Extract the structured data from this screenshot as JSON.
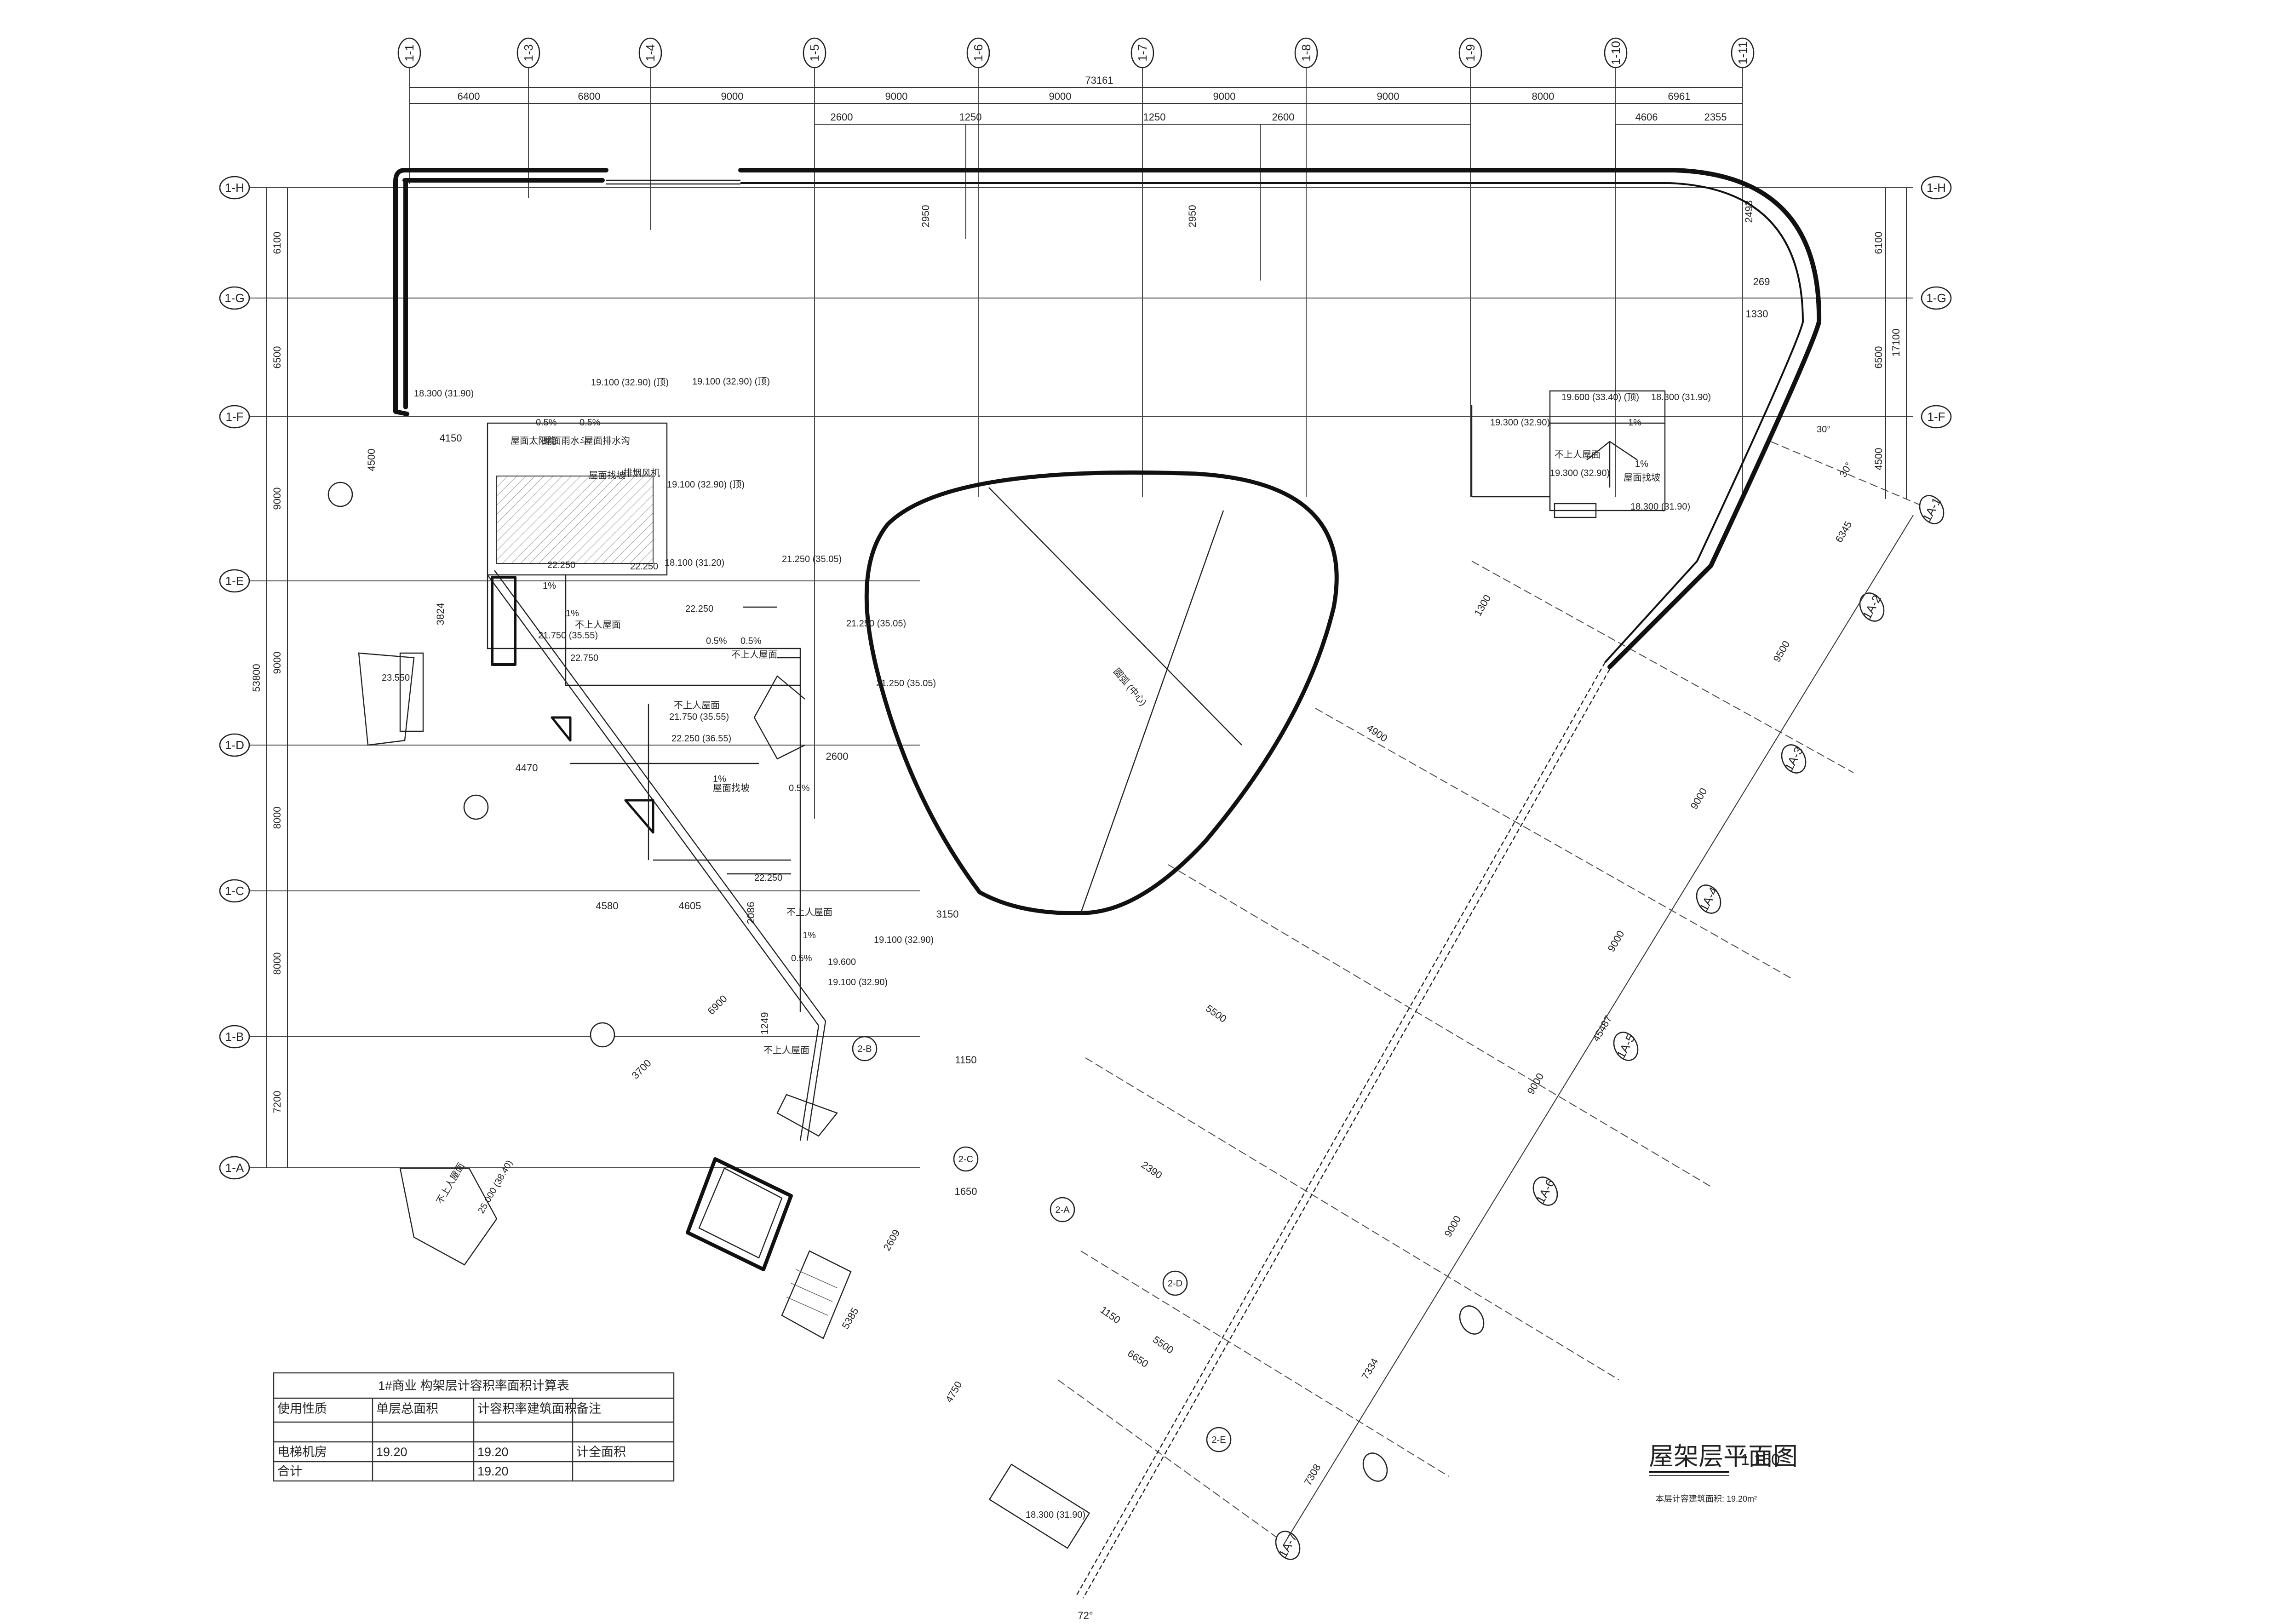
{
  "plan": {
    "total_width_dim": "73161",
    "total_depth_dim": "53800",
    "depth_dim_2": "17100",
    "top_axes": [
      "1-1",
      "1-3",
      "1-4",
      "1-5",
      "1-6",
      "1-7",
      "1-8",
      "1-9",
      "1-10",
      "1-11"
    ],
    "top_spans": [
      "6400",
      "6800",
      "9000",
      "9000",
      "9000",
      "9000",
      "9000",
      "8000",
      "6961"
    ],
    "left_axes": [
      "1-H",
      "1-G",
      "1-F",
      "1-E",
      "1-D",
      "1-C",
      "1-B",
      "1-A"
    ],
    "left_spans": [
      "6100",
      "6500",
      "9000",
      "9000",
      "8000",
      "8000",
      "7200"
    ],
    "right_axes": [
      "1-H",
      "1-G",
      "1-F"
    ],
    "right_spans": [
      "6100",
      "6500",
      "4500"
    ],
    "diag_axes_right": [
      "1A-1",
      "1A-2",
      "1A-3",
      "1A-4",
      "1A-5",
      "1A-6",
      "1A-7"
    ],
    "diag_spans_right": [
      "6345",
      "9500",
      "9000",
      "9000",
      "9000",
      "9000",
      "7334",
      "7308"
    ],
    "diag_axes_low": [
      "2-A",
      "2-B",
      "2-C",
      "2-D",
      "2-E"
    ],
    "misc_dims": [
      "2600",
      "1250",
      "2950",
      "2493",
      "1330",
      "269",
      "4606",
      "2355",
      "4150",
      "4500",
      "3824",
      "4470",
      "4580",
      "4605",
      "2086",
      "3150",
      "2600",
      "1150",
      "1650",
      "6900",
      "3700",
      "1249",
      "4900",
      "5500",
      "2390",
      "6650",
      "1150",
      "5500",
      "4750",
      "2609",
      "5385",
      "1300",
      "45487",
      "30°",
      "72°"
    ],
    "misc_labels": [
      "圆弧 (中心)"
    ],
    "level_notes": [
      "18.300 (31.90)",
      "19.100 (32.90) (顶)",
      "19.100 (32.90) (顶)",
      "19.100 (32.90) (顶)",
      "22.250",
      "22.250",
      "22.250",
      "21.250 (35.05)",
      "21.750 (35.55)",
      "21.750 (35.55)",
      "22.250 (36.55)",
      "21.250 (35.05)",
      "21.250 (35.05)",
      "22.250",
      "22.750",
      "19.600",
      "19.100 (32.90)",
      "19.100 (32.90)",
      "19.600 (33.40) (顶)",
      "18.300 (31.90)",
      "19.300 (32.90)",
      "19.300 (32.90)",
      "18.300 (31.90)",
      "18.100 (31.20)",
      "23.550",
      "25.000 (38.40)",
      "18.300 (31.90)"
    ],
    "slope_notes": [
      "0.5%",
      "0.5%",
      "1%",
      "1%",
      "0.5%",
      "0.5%",
      "1%",
      "1%",
      "0.5%",
      "1%",
      "1%",
      "0.5%",
      "30°"
    ],
    "room_notes": [
      "屋面太阳能",
      "屋面雨水斗",
      "屋面排水沟",
      "排烟风机",
      "不上人屋面",
      "不上人屋面",
      "不上人屋面",
      "不上人屋面",
      "不上人屋面",
      "不上人屋面",
      "不上人屋面",
      "屋面找坡",
      "屋面找坡",
      "屋面找坡"
    ]
  },
  "table": {
    "title": "1#商业  构架层计容积率面积计算表",
    "headers": [
      "使用性质",
      "单层总面积",
      "计容积率建筑面积",
      "备注"
    ],
    "rows": [
      [
        "电梯机房",
        "19.20",
        "19.20",
        "计全面积"
      ],
      [
        "合计",
        "",
        "19.20",
        ""
      ]
    ]
  },
  "drawing_title": {
    "name": "屋架层平面图",
    "scale": "1:150",
    "note": "本层计容建筑面积: 19.20m²"
  }
}
